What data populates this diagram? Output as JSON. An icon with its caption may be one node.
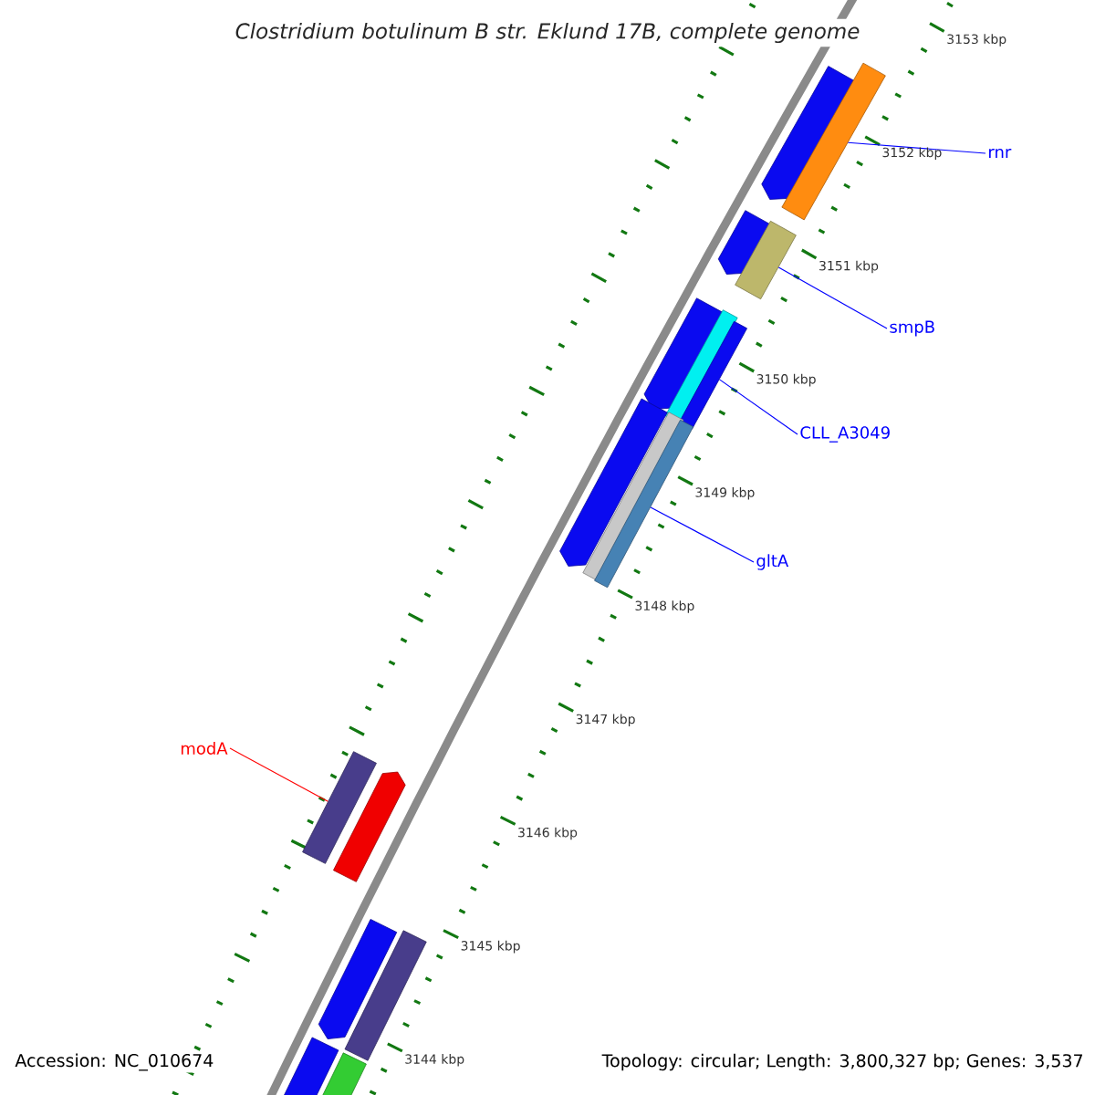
{
  "diagram": {
    "title": "Clostridium botulinum B str. Eklund 17B, complete genome",
    "nodes": [
      {
        "text": [
          "rnr"
        ]
      },
      {
        "text": [
          "smpB"
        ]
      },
      {
        "text": [
          "CLL_A3049"
        ]
      },
      {
        "text": [
          "gltA"
        ]
      },
      {
        "text": [
          "modA"
        ]
      },
      {
        "text": [],
        "shape": "bar"
      },
      {
        "text": [],
        "shape": "bar"
      },
      {
        "text": [],
        "shape": "bar"
      },
      {
        "text": [],
        "shape": "bar"
      },
      {
        "text": [],
        "shape": "bar"
      },
      {
        "text": [],
        "shape": "bar"
      },
      {
        "text": [],
        "shape": "bar"
      },
      {
        "text": [],
        "shape": "bar"
      },
      {
        "text": [],
        "shape": "bar"
      },
      {
        "text": [],
        "shape": "bar"
      },
      {
        "text": [],
        "shape": "bar"
      },
      {
        "text": [],
        "shape": "bar"
      },
      {
        "text": [],
        "shape": "bar"
      },
      {
        "text": [],
        "shape": "bar"
      },
      {
        "text": [],
        "shape": "bar"
      },
      {
        "text": [],
        "shape": "bar"
      }
    ],
    "edges": [
      {
        "from": 0,
        "to": 6,
        "arrow": "none"
      },
      {
        "from": 1,
        "to": 8,
        "arrow": "none"
      },
      {
        "from": 2,
        "to": 11,
        "arrow": "none"
      },
      {
        "from": 3,
        "to": 14,
        "arrow": "none"
      },
      {
        "from": 4,
        "to": 15,
        "arrow": "none",
        "color": "#ff0000"
      }
    ],
    "labels": [
      "3153 kbp",
      "3152 kbp",
      "3151 kbp",
      "3150 kbp",
      "3149 kbp",
      "3148 kbp",
      "3147 kbp",
      "3146 kbp",
      "3145 kbp",
      "3144 kbp",
      "Accession: NC_010674",
      "Topology: circular; Length: 3,800,327 bp; Genes: 3,537"
    ]
  }
}
